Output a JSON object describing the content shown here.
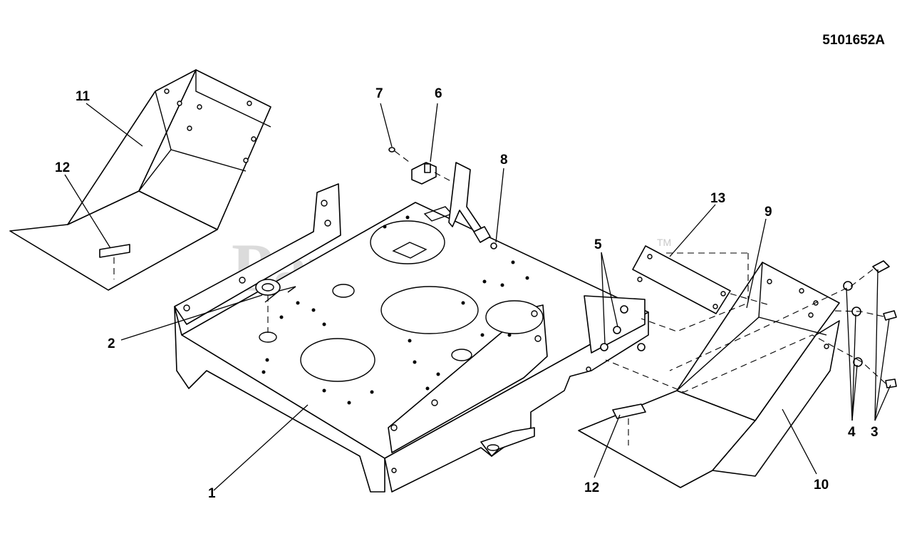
{
  "diagram": {
    "reference_code": "5101652A",
    "watermark": "PartsTree",
    "watermark_mark": "TM",
    "callouts": {
      "c1": "1",
      "c2": "2",
      "c3": "3",
      "c4": "4",
      "c5": "5",
      "c6": "6",
      "c7": "7",
      "c8": "8",
      "c9": "9",
      "c10": "10",
      "c11": "11",
      "c12a": "12",
      "c12b": "12",
      "c13": "13"
    }
  }
}
